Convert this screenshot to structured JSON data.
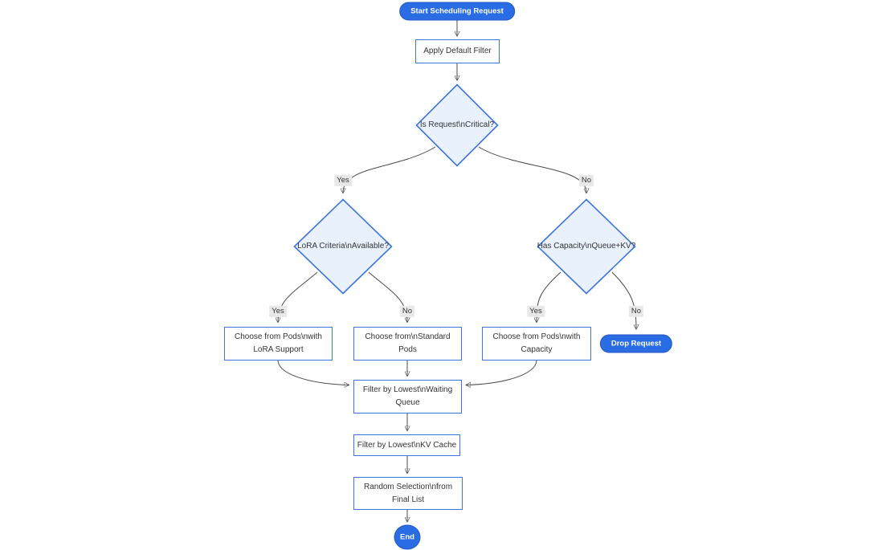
{
  "diagram_type": "flowchart",
  "colors": {
    "accent_blue": "#2a6ce4",
    "node_border_blue": "#3d74e0",
    "decision_fill": "#e8f1fc",
    "process_fill": "#ffffff",
    "edge_line": "#4b4b4b",
    "edge_label_bg": "#e8e8e8",
    "text": "#333333",
    "pill_text": "#ffffff"
  },
  "nodes": {
    "start": "Start Scheduling Request",
    "apply_filter": "Apply Default Filter",
    "is_critical": "Is Request\\nCritical?",
    "lora_criteria": "LoRA Criteria\\nAvailable?",
    "has_capacity": "Has Capacity\\nQueue+KV?",
    "choose_lora": "Choose from Pods\\nwith\nLoRA Support",
    "choose_standard": "Choose from\\nStandard\nPods",
    "choose_capacity": "Choose from Pods\\nwith\nCapacity",
    "drop_request": "Drop Request",
    "filter_waiting": "Filter by Lowest\\nWaiting\nQueue",
    "filter_kv": "Filter by Lowest\\nKV Cache",
    "random_selection": "Random Selection\\nfrom\nFinal List",
    "end": "End"
  },
  "edge_labels": {
    "critical_yes": "Yes",
    "critical_no": "No",
    "lora_yes": "Yes",
    "lora_no": "No",
    "capacity_yes": "Yes",
    "capacity_no": "No"
  }
}
